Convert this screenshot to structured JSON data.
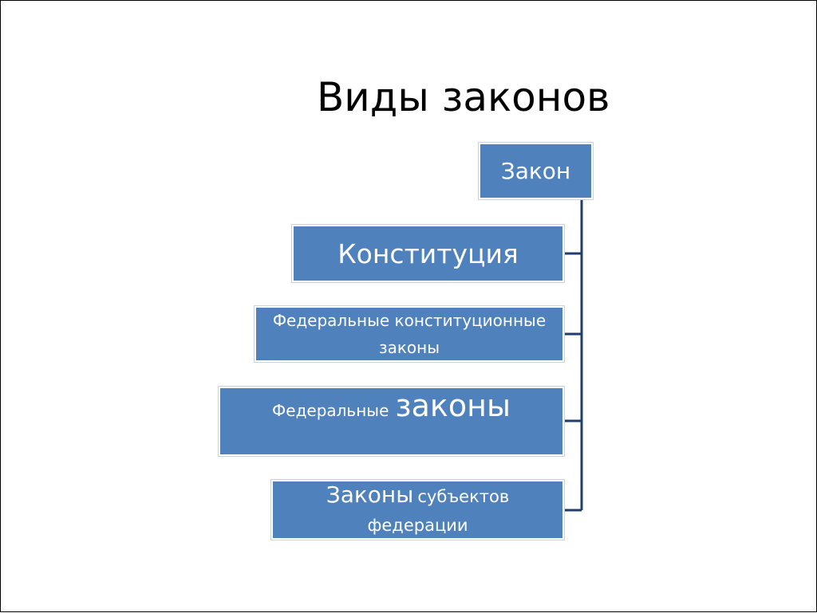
{
  "slide": {
    "title": "Виды законов",
    "root": "Закон",
    "children": [
      {
        "line1": "Конституция"
      },
      {
        "line1": "Федеральные конституционные",
        "line2": "законы"
      },
      {
        "small": "Федеральные",
        "big": "законы"
      },
      {
        "big": "Законы",
        "small": "субъектов",
        "line2": "федерации"
      }
    ]
  },
  "colors": {
    "box_fill": "#4f81bd",
    "connector": "#1f3e6d"
  }
}
